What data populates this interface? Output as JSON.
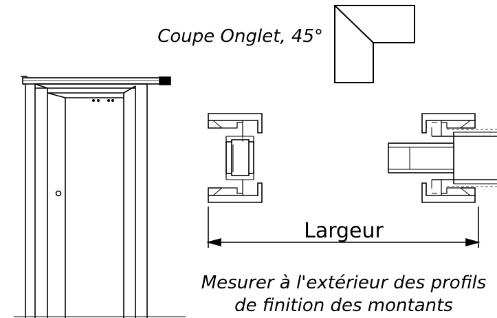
{
  "caption_miter": "Coupe Onglet, 45°",
  "dimension_label": "Largeur",
  "note_line1": "Mesurer à l'extérieur des profils",
  "note_line2": "de finition des montants",
  "colors": {
    "stroke": "#000000",
    "background": "#ffffff",
    "shade": "#d8d8d8"
  }
}
